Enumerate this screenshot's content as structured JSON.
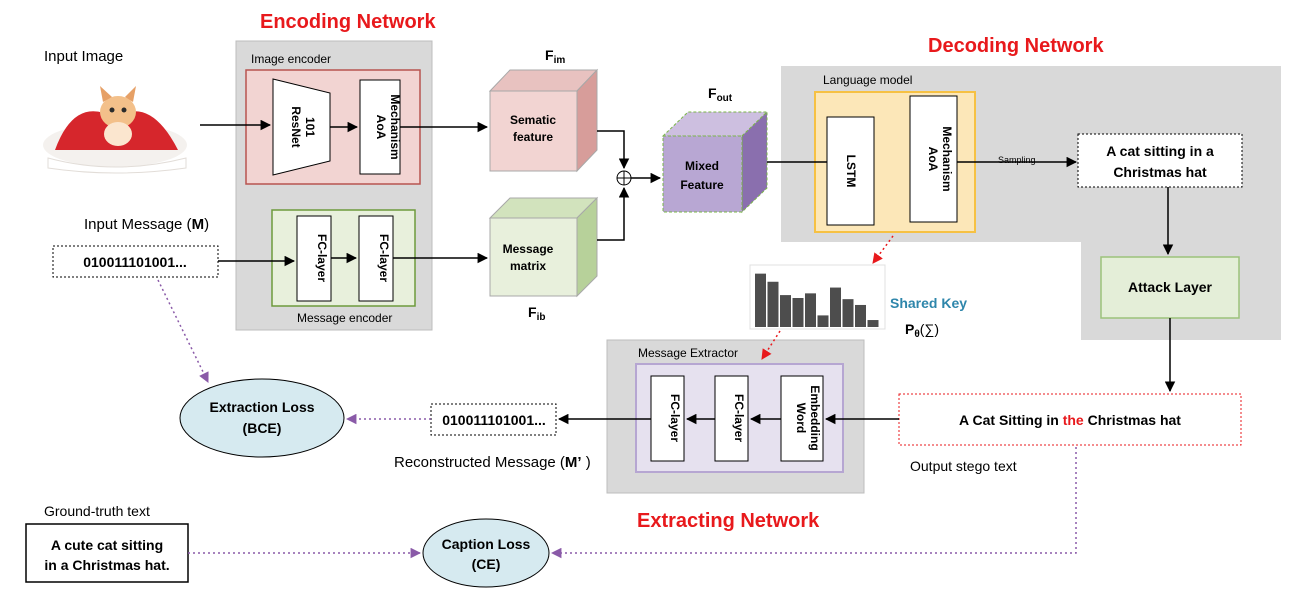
{
  "titles": {
    "encoding": "Encoding Network",
    "decoding": "Decoding Network",
    "extracting": "Extracting Network"
  },
  "input_image_label": "Input Image",
  "input_message_label": "Input Message (",
  "input_message_symbol": "M",
  "input_message_close": ")",
  "input_message_bits": "010011101001...",
  "image_encoder": {
    "label": "Image encoder",
    "resnet_line1": "ResNet",
    "resnet_line2": "101",
    "aoa_line1": "AoA",
    "aoa_line2": "Mechanism"
  },
  "message_encoder": {
    "label": "Message encoder",
    "fc1": "FC-layer",
    "fc2": "FC-layer"
  },
  "features": {
    "semantic_line1": "Sematic",
    "semantic_line2": "feature",
    "f_im": "F",
    "f_im_sub": "im",
    "message_line1": "Message",
    "message_line2": "matrix",
    "f_ib": "F",
    "f_ib_sub": "ib",
    "mixed_line1": "Mixed",
    "mixed_line2": "Feature",
    "f_out": "F",
    "f_out_sub": "out"
  },
  "language_model": {
    "label": "Language model",
    "lstm": "LSTM",
    "aoa_line1": "AoA",
    "aoa_line2": "Mechanism",
    "sampling": "Sampling"
  },
  "caption_output": {
    "line1": "A cat sitting in a",
    "line2": "Christmas hat"
  },
  "attack_layer": "Attack Layer",
  "shared_key": {
    "label": "Shared Key",
    "prob": "P",
    "prob_sub": "θ",
    "prob_arg": "(∑)",
    "histogram": [
      0.92,
      0.78,
      0.55,
      0.5,
      0.58,
      0.2,
      0.68,
      0.48,
      0.38,
      0.12
    ]
  },
  "message_extractor": {
    "label": "Message Extractor",
    "fc1": "FC-layer",
    "fc2": "FC-layer",
    "we_line1": "Word",
    "we_line2": "Embedding"
  },
  "stego": {
    "part1": "A Cat Sitting in ",
    "highlight": "the",
    "part2": " Christmas hat",
    "label": "Output stego text"
  },
  "reconstructed": {
    "bits": "010011101001...",
    "label": "Reconstructed Message (",
    "symbol": "M’",
    "close": " )"
  },
  "extraction_loss": {
    "line1": "Extraction Loss",
    "line2": "(BCE)"
  },
  "caption_loss": {
    "line1": "Caption Loss",
    "line2": "(CE)"
  },
  "ground_truth": {
    "label": "Ground-truth text",
    "line1": "A cute cat sitting",
    "line2": "in a Christmas hat."
  },
  "colors": {
    "title_red": "#e8191c",
    "gray_panel": "#d9d9d9",
    "image_encoder_fill": "#f2d4d2",
    "image_encoder_stroke": "#b85450",
    "message_encoder_fill": "#e8f0dc",
    "message_encoder_stroke": "#6d9a3c",
    "lm_fill": "#fce7b8",
    "lm_stroke": "#f6c143",
    "attack_fill": "#e4eed8",
    "extractor_fill": "#e6e1ef",
    "extractor_stroke": "#b6a6d2",
    "loss_fill": "#d6eaf0",
    "dotted_purple": "#8a5aa8",
    "shared_key_blue": "#2e86ab",
    "stego_red": "#e8191c"
  }
}
